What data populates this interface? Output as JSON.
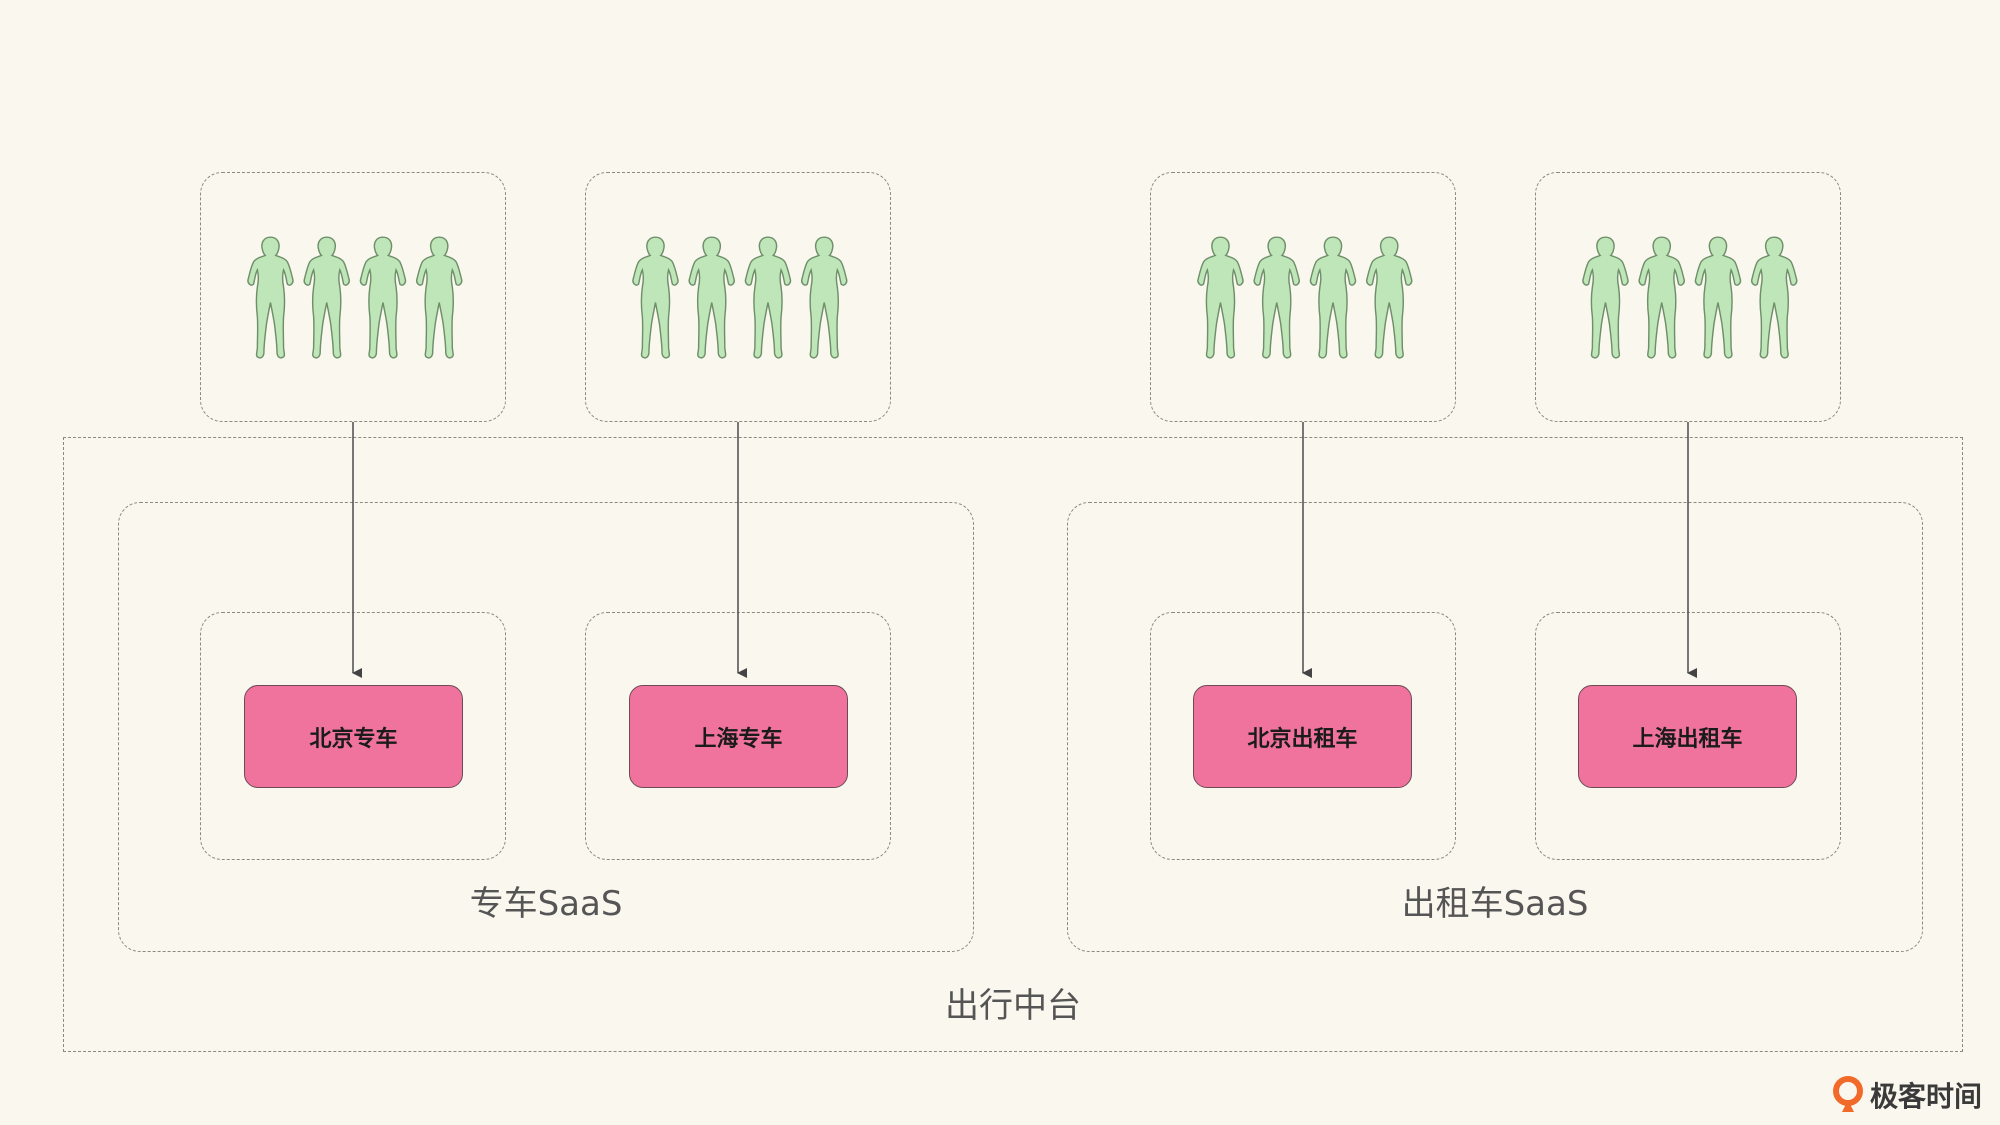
{
  "platform": {
    "label": "出行中台"
  },
  "groups": [
    {
      "label": "专车SaaS",
      "tenants": [
        "北京专车",
        "上海专车"
      ]
    },
    {
      "label": "出租车SaaS",
      "tenants": [
        "北京出租车",
        "上海出租车"
      ]
    }
  ],
  "user_icon": "person-silhouette-icon",
  "colors": {
    "background": "#faf8ee",
    "tenant_fill": "#ef739d",
    "person_fill": "#bfe6b9"
  },
  "brand": {
    "name": "极客时间",
    "icon": "geektime-logo-icon"
  }
}
